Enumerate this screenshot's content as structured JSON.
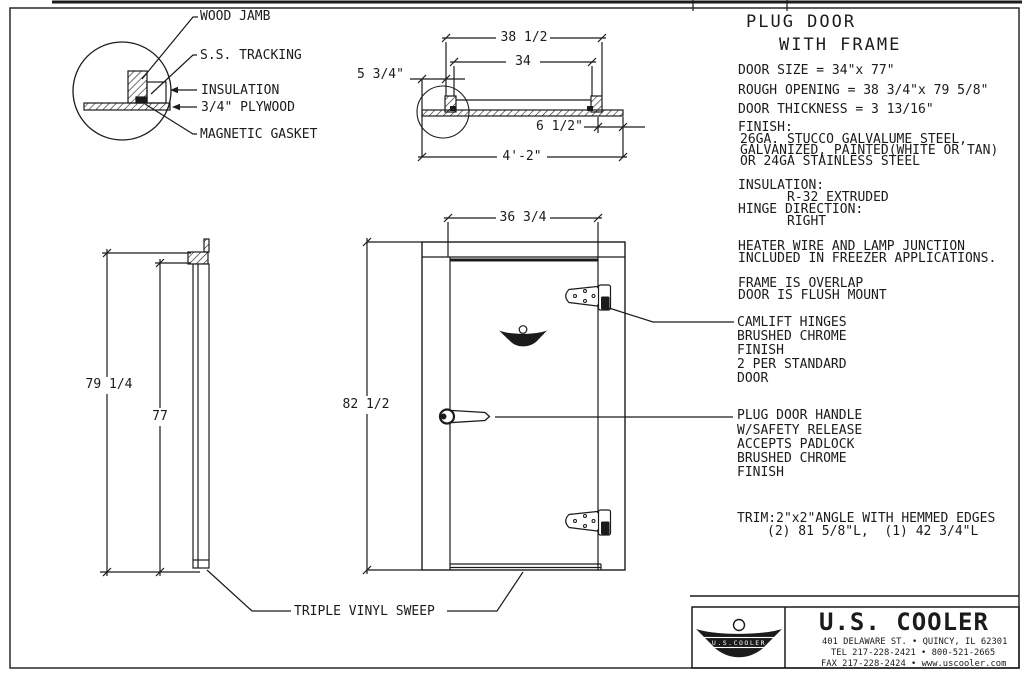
{
  "colors": {
    "ink": "#1b1b1b",
    "paper": "#ffffff"
  },
  "drawing_title": {
    "line1": "PLUG DOOR",
    "line2": "WITH FRAME"
  },
  "specs": [
    "DOOR SIZE = 34\"x 77\"",
    "ROUGH OPENING = 38 3/4\"x 79 5/8\"",
    "DOOR THICKNESS = 3 13/16\"",
    "FINISH:",
    "26GA. STUCCO GALVALUME STEEL,",
    "GALVANIZED, PAINTED(WHITE OR TAN)",
    "OR 24GA STAINLESS STEEL",
    "INSULATION:",
    "R-32 EXTRUDED",
    "HINGE DIRECTION:",
    "RIGHT",
    "HEATER WIRE AND LAMP JUNCTION",
    "INCLUDED IN FREEZER APPLICATIONS.",
    "FRAME IS OVERLAP",
    "DOOR IS FLUSH MOUNT"
  ],
  "detail_labels": {
    "wood_jamb": "WOOD JAMB",
    "ss_tracking": "S.S. TRACKING",
    "insulation": "INSULATION",
    "plywood": "3/4\" PLYWOOD",
    "magnetic_gasket": "MAGNETIC GASKET"
  },
  "dims": {
    "rough_width": "38 1/2",
    "door_width": "34",
    "jamb_offset": "5 3/4\"",
    "track_ext": "6 1/2\"",
    "overall_plan": "4'-2\"",
    "opening_width": "36 3/4",
    "opening_height": "82 1/2",
    "frame_height": "79 1/4",
    "door_height": "77"
  },
  "callout_camlift": [
    "CAMLIFT HINGES",
    "BRUSHED CHROME",
    "FINISH",
    "2 PER STANDARD",
    "DOOR"
  ],
  "callout_handle": [
    "PLUG DOOR HANDLE",
    "W/SAFETY RELEASE",
    "ACCEPTS PADLOCK",
    "BRUSHED CHROME",
    "FINISH"
  ],
  "trim_note": [
    "TRIM:2\"x2\"ANGLE WITH HEMMED EDGES",
    "(2) 81 5/8\"L,  (1) 42 3/4\"L"
  ],
  "sweep_label": "TRIPLE VINYL SWEEP",
  "title_block": {
    "company": "U.S. COOLER",
    "address": "401 DELAWARE ST. • QUINCY, IL 62301",
    "phone": "TEL 217-228-2421 • 800-521-2665",
    "fax": "FAX 217-228-2424 • www.uscooler.com",
    "logo_text": "U.S.COOLER"
  }
}
